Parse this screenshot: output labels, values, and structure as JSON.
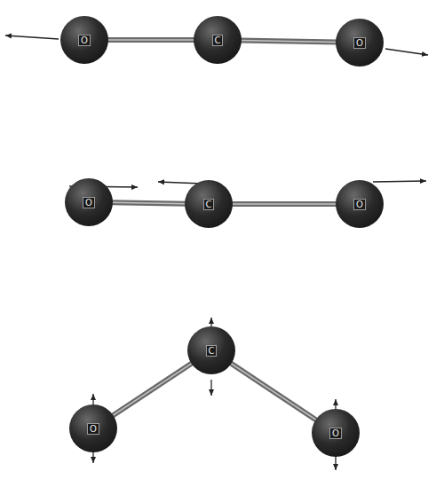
{
  "diagram": {
    "nodes": [
      {
        "text": [
          "O"
        ]
      },
      {
        "text": [
          "C"
        ]
      },
      {
        "text": [
          "O"
        ]
      },
      {
        "text": [
          "O"
        ]
      },
      {
        "text": [
          "C"
        ]
      },
      {
        "text": [
          "O"
        ]
      },
      {
        "text": [
          "O"
        ]
      },
      {
        "text": [
          "C"
        ]
      },
      {
        "text": [
          "O"
        ]
      }
    ],
    "edges": [
      {
        "from": 0,
        "to": 1,
        "arrow": "none"
      },
      {
        "from": 1,
        "to": 2,
        "arrow": "none"
      },
      {
        "from": 3,
        "to": 4,
        "arrow": "none"
      },
      {
        "from": 4,
        "to": 5,
        "arrow": "none"
      },
      {
        "from": 6,
        "to": 7,
        "arrow": "none"
      },
      {
        "from": 7,
        "to": 8,
        "arrow": "none"
      }
    ]
  }
}
